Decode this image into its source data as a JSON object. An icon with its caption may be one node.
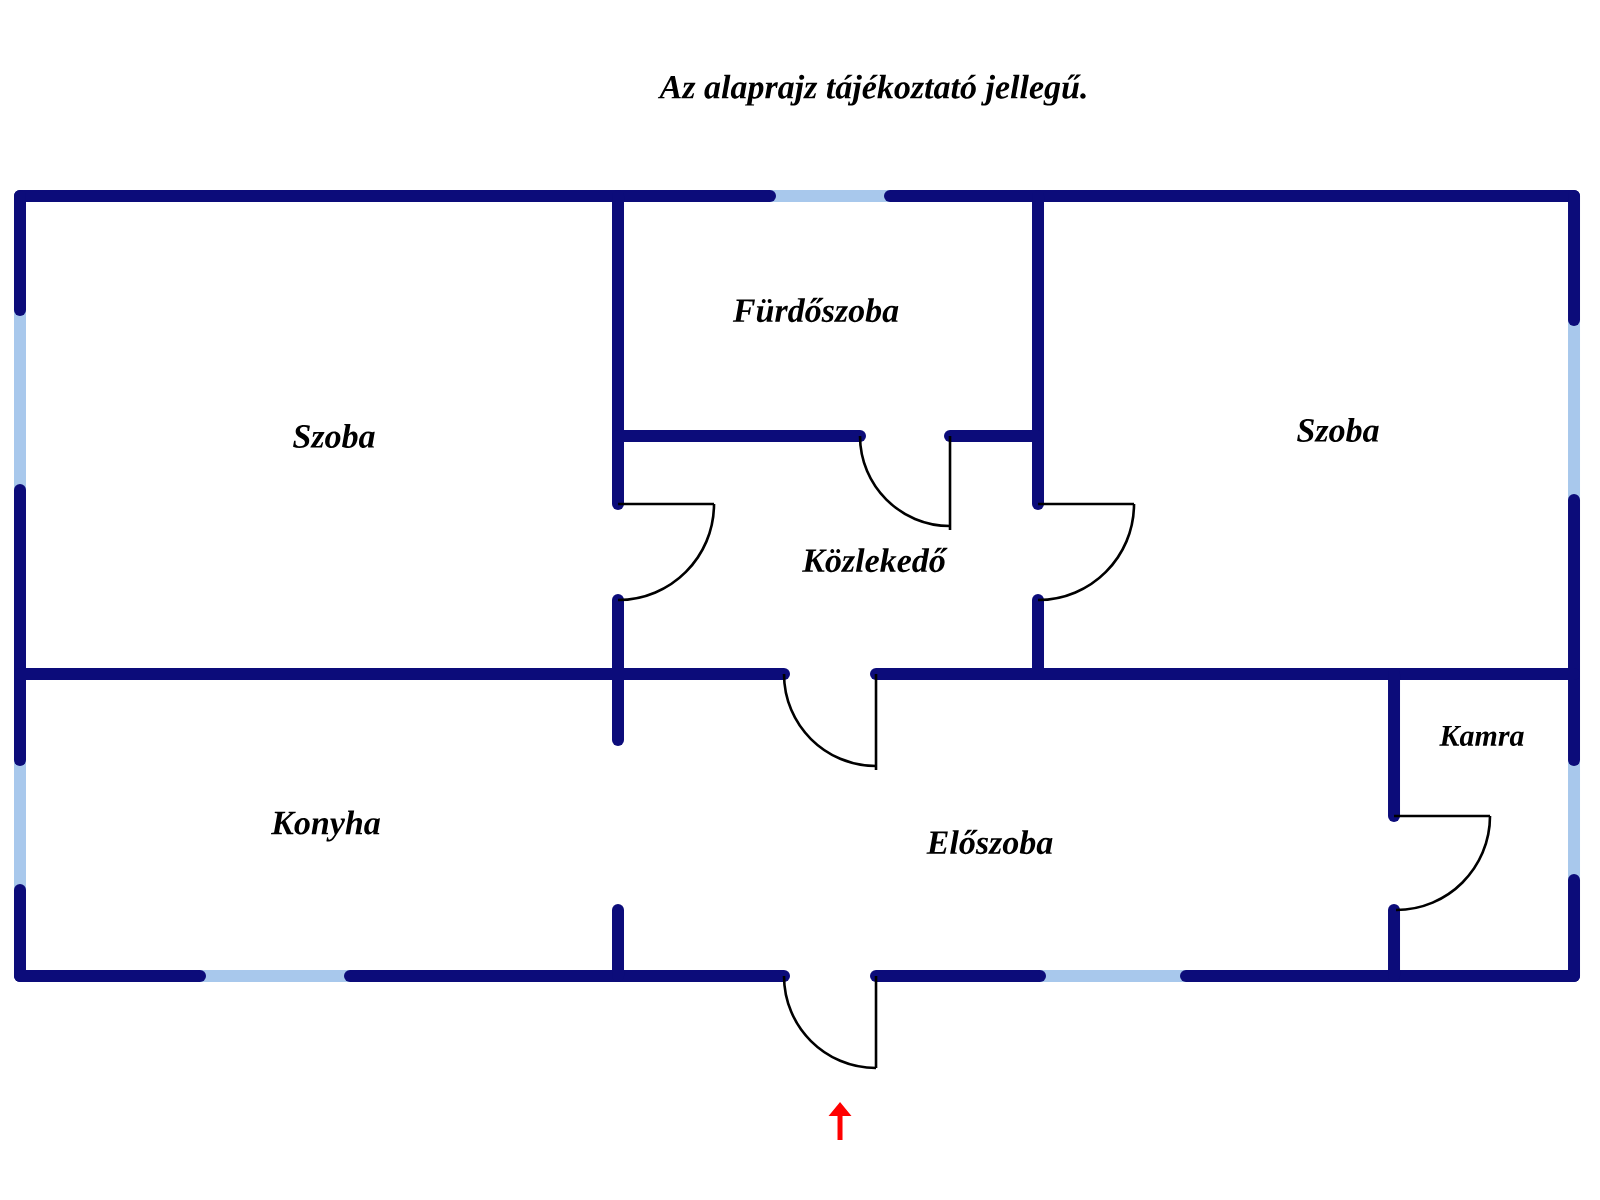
{
  "diagram": {
    "title": "Az alaprajz tájékoztató jellegű.",
    "nodes": [
      {
        "text": [
          "Szoba"
        ]
      },
      {
        "text": [
          "Fürdőszoba"
        ]
      },
      {
        "text": [
          "Szoba"
        ]
      },
      {
        "text": [
          "Közlekedő"
        ]
      },
      {
        "text": [
          "Kamra"
        ]
      },
      {
        "text": [
          "Konyha"
        ]
      },
      {
        "text": [
          "Előszoba"
        ]
      }
    ]
  }
}
